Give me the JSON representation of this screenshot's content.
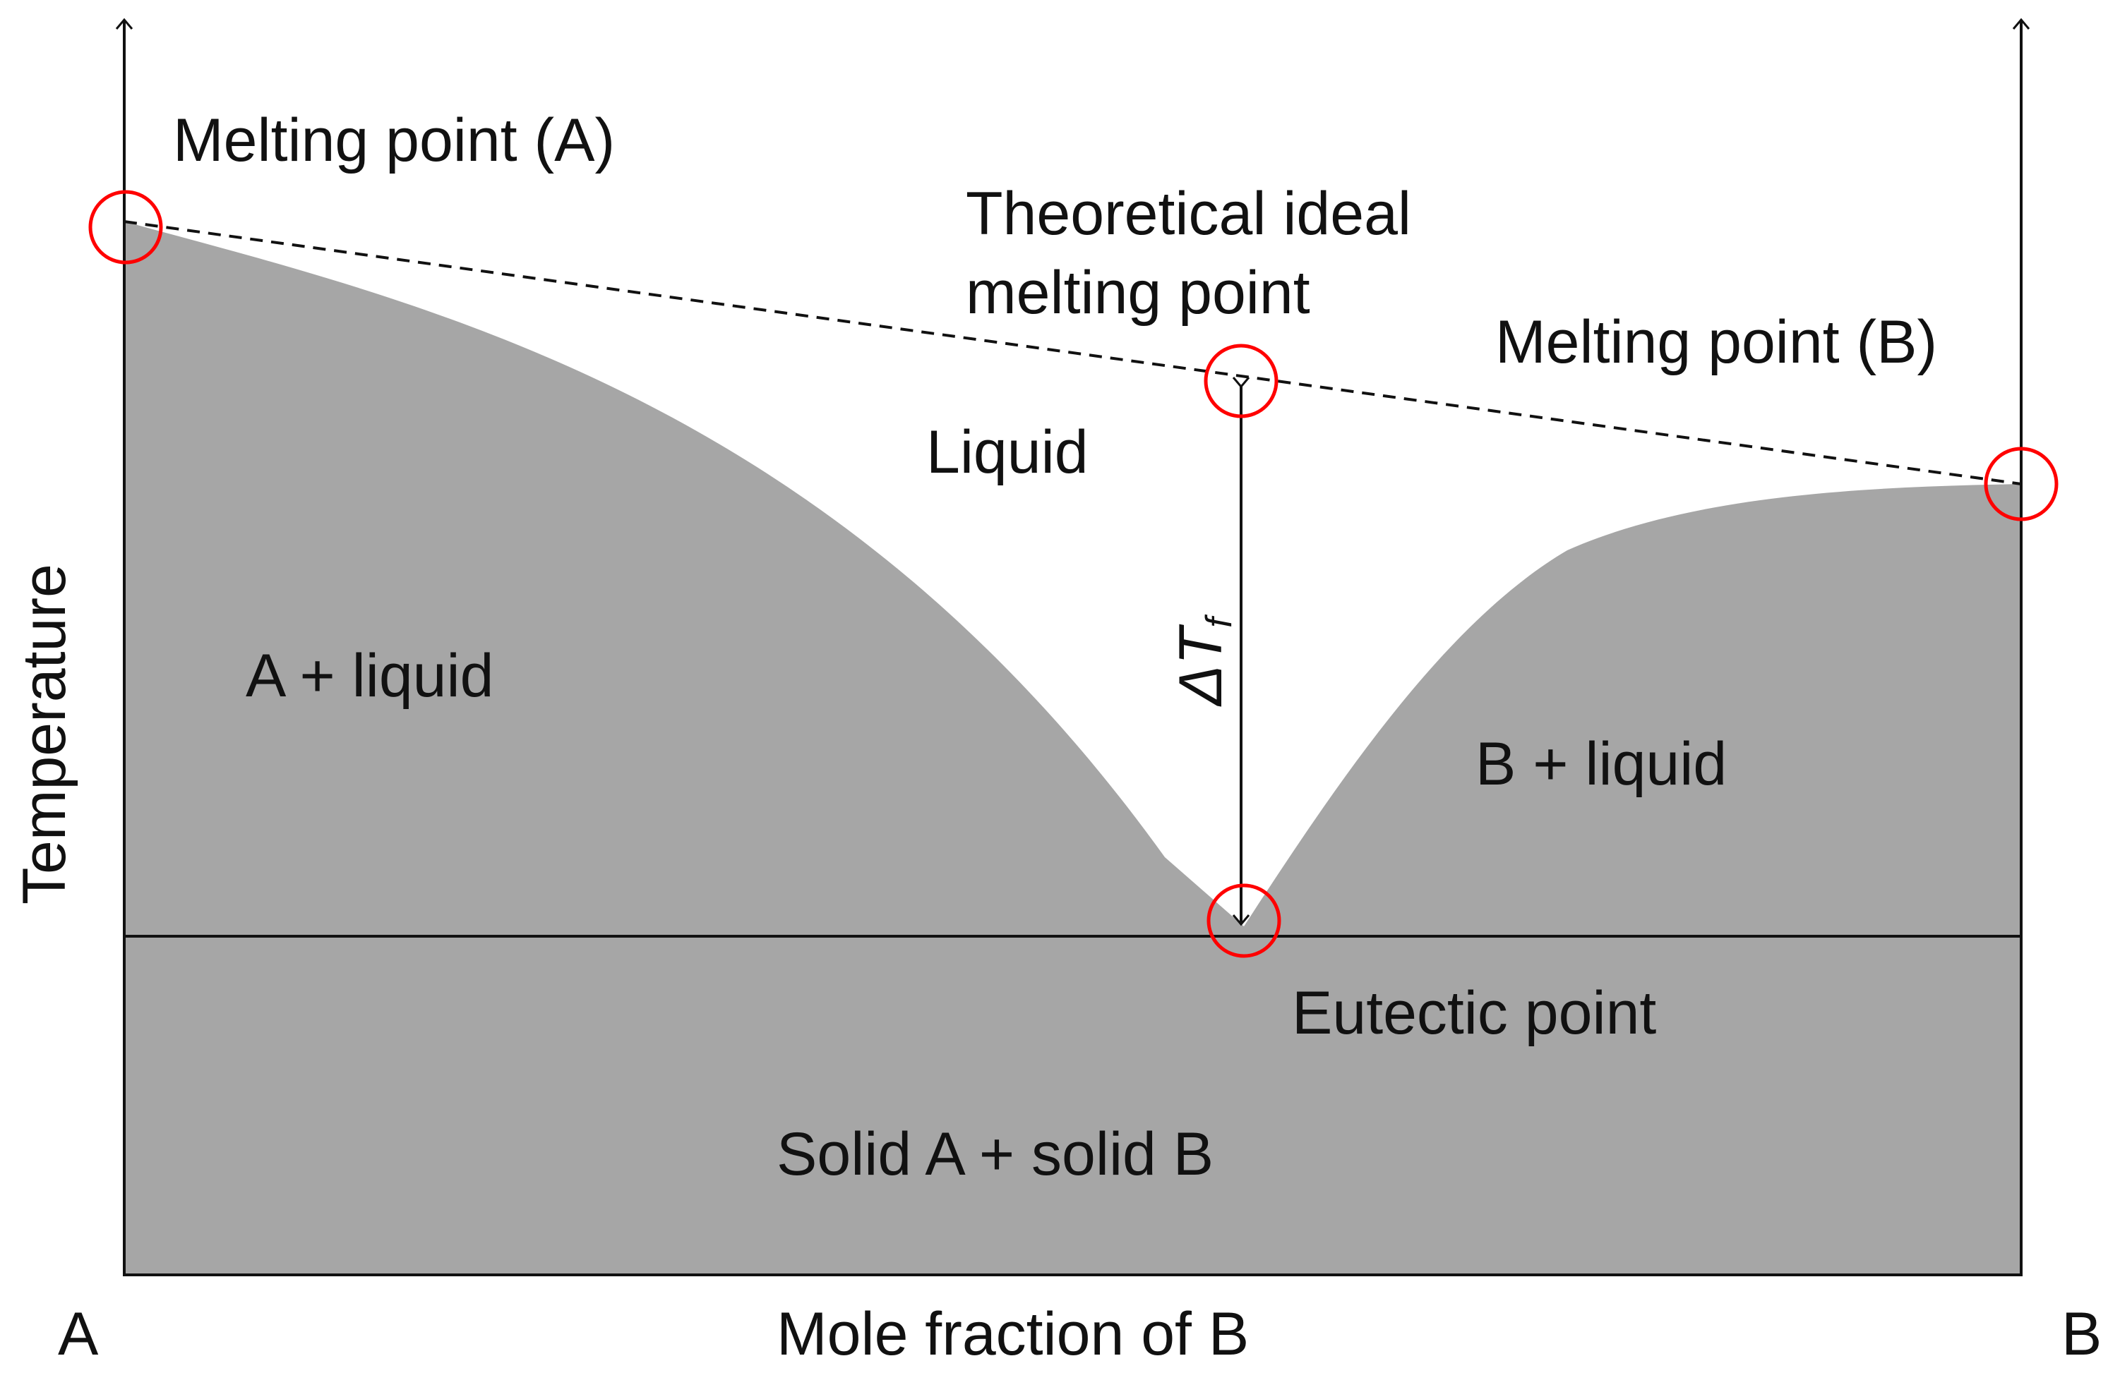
{
  "axes": {
    "y_label": "Temperature",
    "x_label": "Mole fraction of B",
    "left_end_label": "A",
    "right_end_label": "B"
  },
  "regions": {
    "liquid": "Liquid",
    "a_plus_liquid": "A + liquid",
    "b_plus_liquid": "B + liquid",
    "solid": "Solid A + solid B"
  },
  "points": {
    "melting_a": "Melting point (A)",
    "melting_b": "Melting point (B)",
    "ideal_line1": "Theoretical ideal",
    "ideal_line2": "melting point",
    "eutectic": "Eutectic point"
  },
  "delta": {
    "symbol": "ΔT",
    "subscript": "f"
  },
  "colors": {
    "region_fill": "#a6a6a6",
    "marker": "#ff0000",
    "line": "#111111"
  }
}
